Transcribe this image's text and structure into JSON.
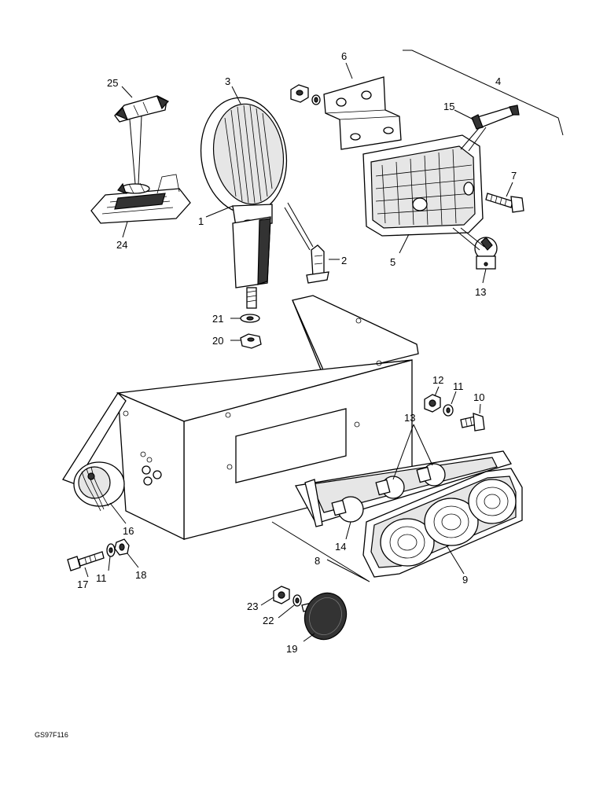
{
  "diagram": {
    "drawing_code": "GS97F116",
    "callouts": [
      {
        "id": "c1",
        "text": "1"
      },
      {
        "id": "c2",
        "text": "2"
      },
      {
        "id": "c3",
        "text": "3"
      },
      {
        "id": "c4",
        "text": "4"
      },
      {
        "id": "c5",
        "text": "5"
      },
      {
        "id": "c6",
        "text": "6"
      },
      {
        "id": "c7",
        "text": "7"
      },
      {
        "id": "c8",
        "text": "8"
      },
      {
        "id": "c9",
        "text": "9"
      },
      {
        "id": "c10",
        "text": "10"
      },
      {
        "id": "c11a",
        "text": "11"
      },
      {
        "id": "c11b",
        "text": "11"
      },
      {
        "id": "c12",
        "text": "12"
      },
      {
        "id": "c13a",
        "text": "13"
      },
      {
        "id": "c13b",
        "text": "13"
      },
      {
        "id": "c14",
        "text": "14"
      },
      {
        "id": "c15",
        "text": "15"
      },
      {
        "id": "c16",
        "text": "16"
      },
      {
        "id": "c17",
        "text": "17"
      },
      {
        "id": "c18",
        "text": "18"
      },
      {
        "id": "c19",
        "text": "19"
      },
      {
        "id": "c20",
        "text": "20"
      },
      {
        "id": "c21",
        "text": "21"
      },
      {
        "id": "c22",
        "text": "22"
      },
      {
        "id": "c23",
        "text": "23"
      },
      {
        "id": "c24",
        "text": "24"
      },
      {
        "id": "c25",
        "text": "25"
      }
    ]
  }
}
